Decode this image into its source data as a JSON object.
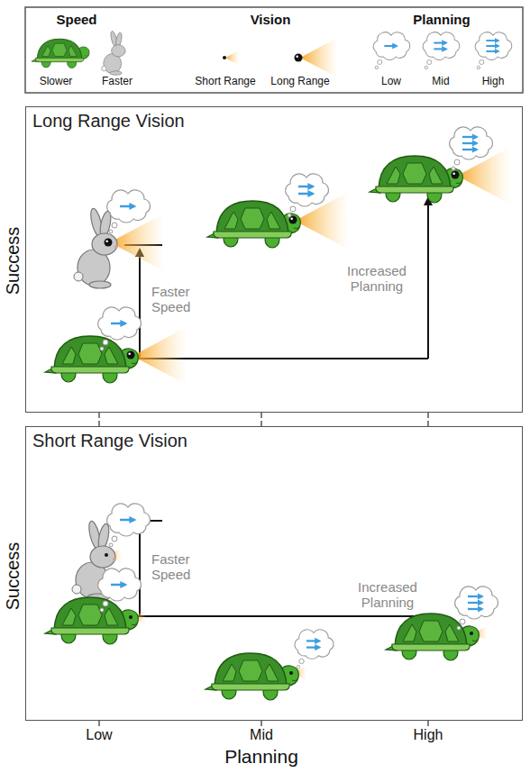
{
  "diagram": {
    "nodes": [
      {
        "text": [
          "Long Range Vision"
        ]
      },
      {
        "text": [
          "Short Range Vision"
        ]
      }
    ],
    "labels": [
      "Speed",
      "Vision",
      "Planning",
      "Success",
      "Faster Speed",
      "Increased Planning",
      "Success",
      "Faster Speed",
      "Increased Planning",
      "Low",
      "Mid",
      "High",
      "Planning"
    ],
    "legend": [
      {
        "text": "Slower"
      },
      {
        "text": "Faster"
      },
      {
        "text": "Short Range"
      },
      {
        "text": "Long Range"
      },
      {
        "text": "Low"
      },
      {
        "text": "Mid"
      },
      {
        "text": "High"
      }
    ]
  }
}
